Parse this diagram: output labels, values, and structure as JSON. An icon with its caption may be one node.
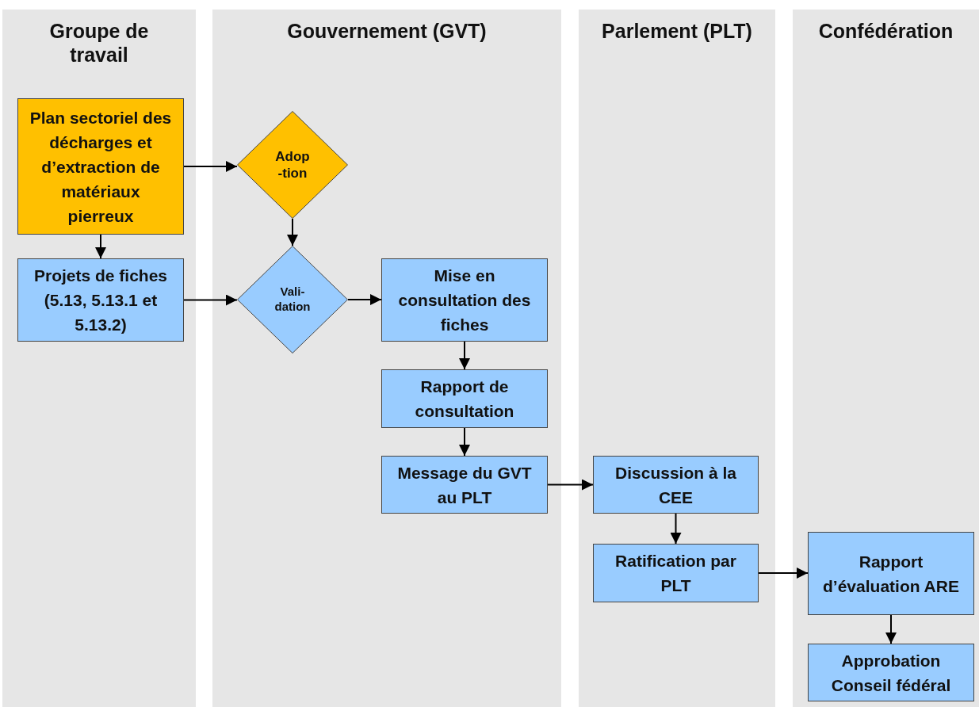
{
  "diagram": {
    "nodes": [
      {
        "text": [
          "Groupe de travail"
        ]
      },
      {
        "text": [
          "Gouvernement (GVT)"
        ]
      },
      {
        "text": [
          "Parlement (PLT)"
        ]
      },
      {
        "text": [
          "Confédération"
        ]
      },
      {
        "text": [
          "Plan sectoriel des décharges et d’extraction de matériaux pierreux"
        ],
        "in": 0
      },
      {
        "text": [
          "Projets de fiches (5.13, 5.13.1 et 5.13.2)"
        ],
        "in": 0
      },
      {
        "text": [
          "Adop -tion"
        ],
        "in": 1
      },
      {
        "text": [
          "Vali- dation"
        ],
        "in": 1
      },
      {
        "text": [
          "Mise en consultation des fiches"
        ],
        "in": 1
      },
      {
        "text": [
          "Rapport de consultation"
        ],
        "in": 1
      },
      {
        "text": [
          "Message du GVT au PLT"
        ],
        "in": 1
      },
      {
        "text": [
          "Discussion à la CEE"
        ],
        "in": 2
      },
      {
        "text": [
          "Ratification par PLT"
        ],
        "in": 2
      },
      {
        "text": [
          "Rapport d’évaluation ARE"
        ],
        "in": 3
      },
      {
        "text": [
          "Approbation Conseil fédéral"
        ],
        "in": 3
      }
    ],
    "edges": [
      {
        "from": 4,
        "to": 6,
        "arrow": "to"
      },
      {
        "from": 4,
        "to": 5,
        "arrow": "to"
      },
      {
        "from": 6,
        "to": 7,
        "arrow": "to"
      },
      {
        "from": 5,
        "to": 7,
        "arrow": "to"
      },
      {
        "from": 7,
        "to": 8,
        "arrow": "to"
      },
      {
        "from": 8,
        "to": 9,
        "arrow": "to"
      },
      {
        "from": 9,
        "to": 10,
        "arrow": "to"
      },
      {
        "from": 10,
        "to": 11,
        "arrow": "to"
      },
      {
        "from": 11,
        "to": 12,
        "arrow": "to"
      },
      {
        "from": 12,
        "to": 13,
        "arrow": "to"
      },
      {
        "from": 13,
        "to": 14,
        "arrow": "to"
      }
    ]
  }
}
